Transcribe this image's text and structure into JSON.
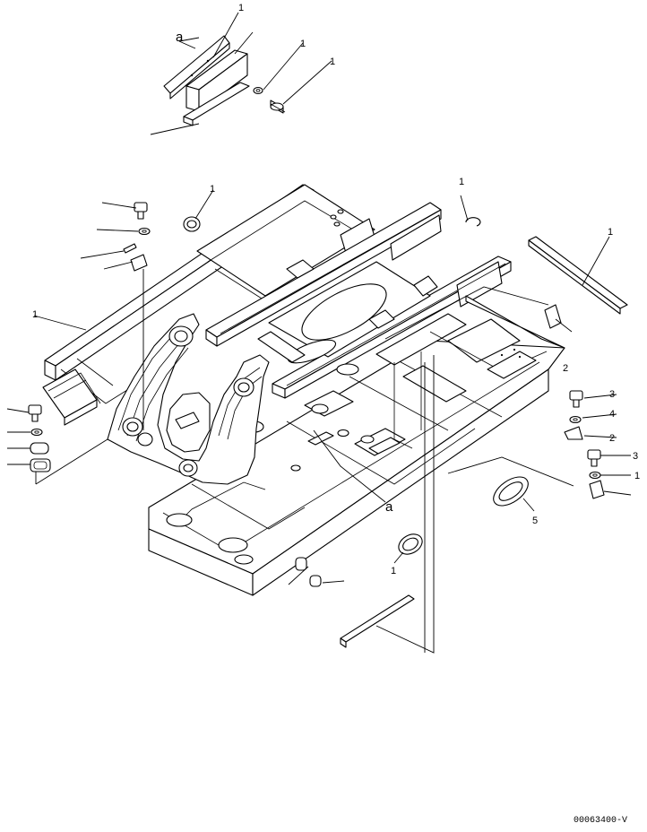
{
  "diagram": {
    "callouts": [
      "1",
      "1",
      "1",
      "1",
      "1",
      "1",
      "1",
      "2",
      "2",
      "3",
      "4",
      "3",
      "1",
      "5",
      "1"
    ],
    "letter_labels": [
      "a",
      "a"
    ],
    "drawing_code": "00063400-V"
  }
}
